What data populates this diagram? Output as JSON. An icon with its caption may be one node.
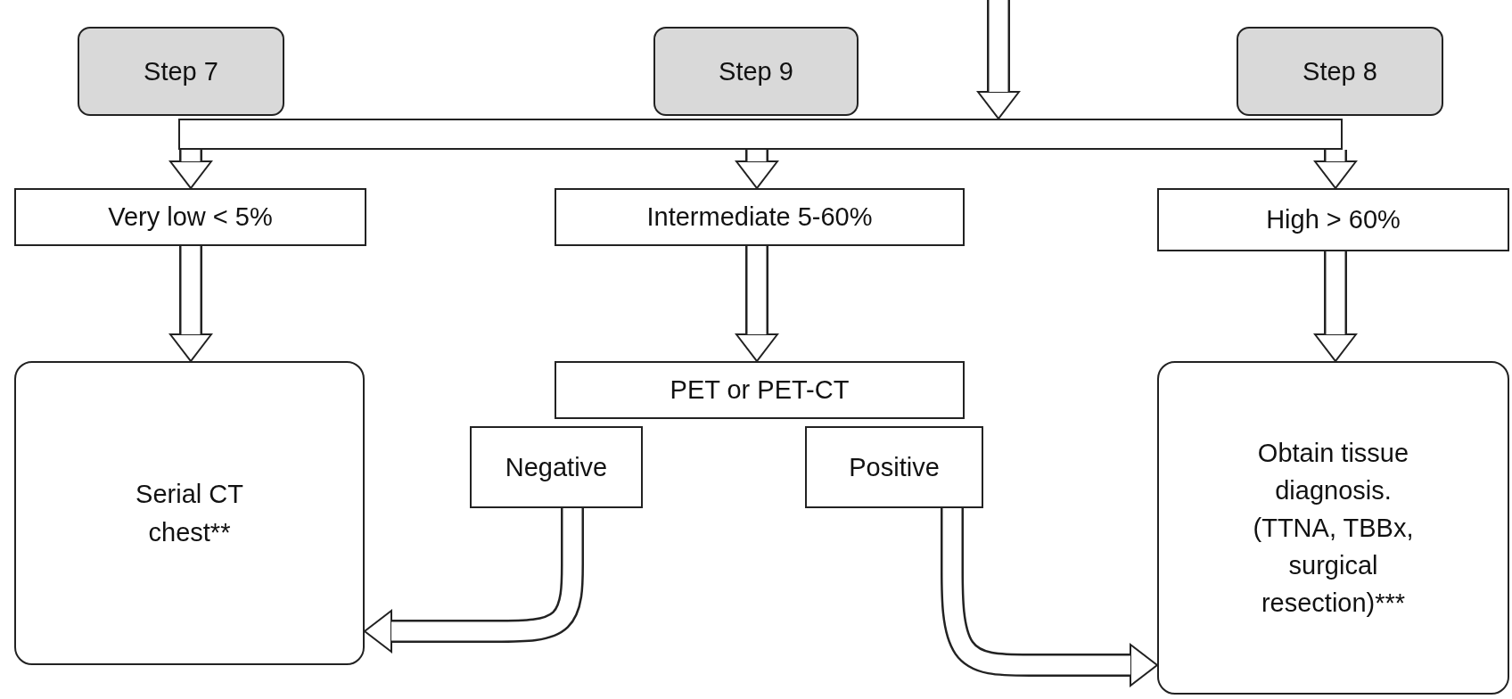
{
  "diagram": {
    "nodes": [
      {
        "text": [
          "Step 7"
        ]
      },
      {
        "text": [
          "Step 9"
        ]
      },
      {
        "text": [
          "Step 8"
        ]
      },
      {
        "text": [],
        "shape": "bar"
      },
      {
        "text": [
          "Very low < 5%"
        ]
      },
      {
        "text": [
          "Intermediate 5-60%"
        ]
      },
      {
        "text": [
          "High > 60%"
        ]
      },
      {
        "text": [
          "Serial CT chest**"
        ]
      },
      {
        "text": [
          "PET or PET-CT"
        ]
      },
      {
        "text": [
          "Negative"
        ]
      },
      {
        "text": [
          "Positive"
        ]
      },
      {
        "text": [
          "Obtain tissue diagnosis.",
          "(TTNA, TBBx, surgical resection)***"
        ]
      }
    ],
    "edges": [
      {
        "from": null,
        "to": 3,
        "arrow": "to"
      },
      {
        "from": 3,
        "to": 4,
        "arrow": "to"
      },
      {
        "from": 3,
        "to": 5,
        "arrow": "to"
      },
      {
        "from": 3,
        "to": 6,
        "arrow": "to"
      },
      {
        "from": 4,
        "to": 7,
        "arrow": "to"
      },
      {
        "from": 5,
        "to": 8,
        "arrow": "to"
      },
      {
        "from": 6,
        "to": 11,
        "arrow": "to"
      },
      {
        "from": 9,
        "to": 7,
        "arrow": "to"
      },
      {
        "from": 10,
        "to": 11,
        "arrow": "to"
      }
    ]
  }
}
